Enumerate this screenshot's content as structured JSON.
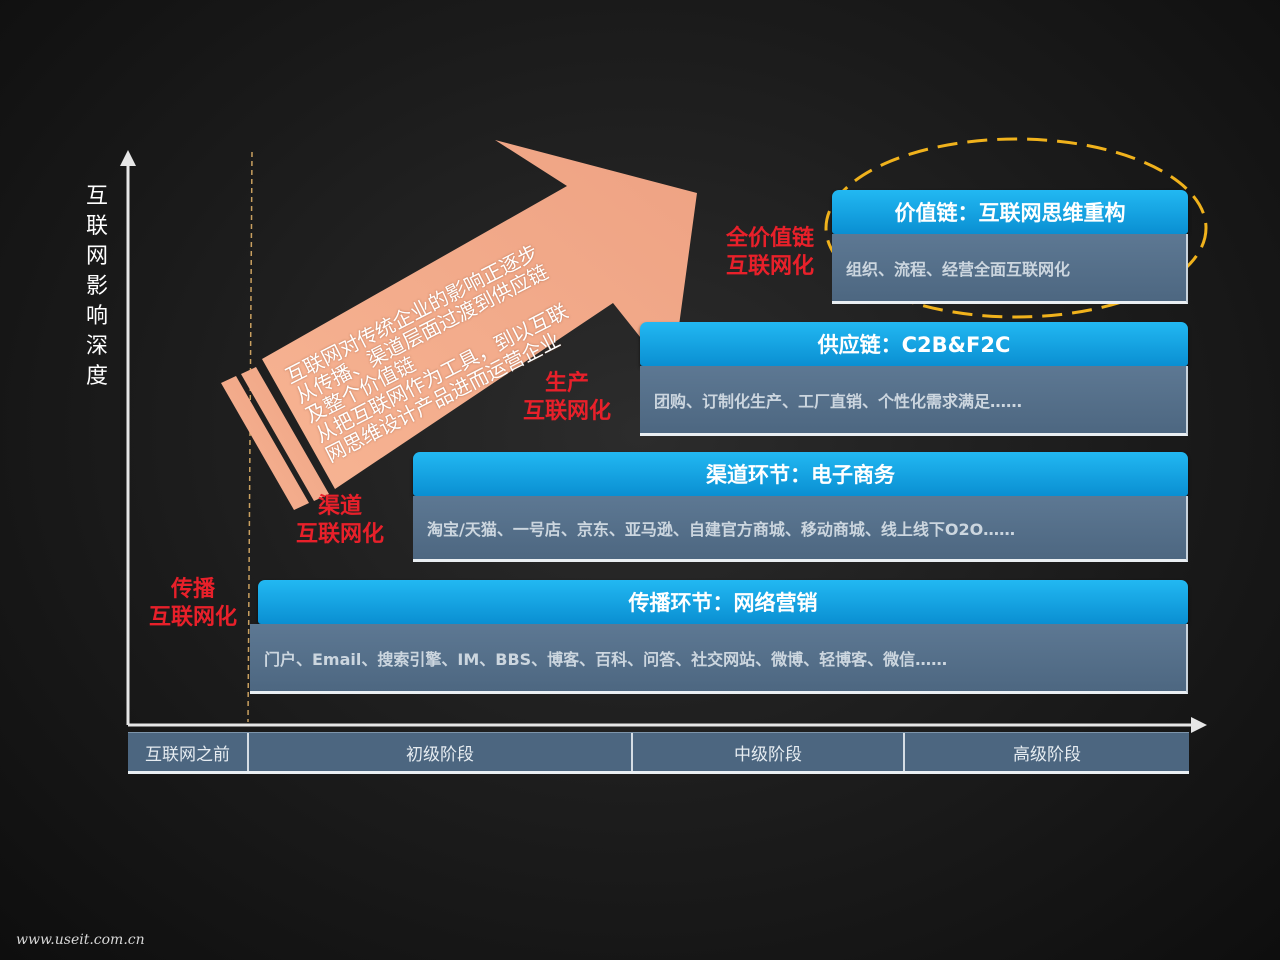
{
  "y_axis": {
    "title": "互联网影响深度"
  },
  "stages": [
    {
      "line1": "传播",
      "line2": "互联网化"
    },
    {
      "line1": "渠道",
      "line2": "互联网化"
    },
    {
      "line1": "生产",
      "line2": "互联网化"
    },
    {
      "line1": "全价值链",
      "line2": "互联网化"
    }
  ],
  "blocks": [
    {
      "header": "传播环节：网络营销",
      "body": "门户、Email、搜索引擎、IM、BBS、博客、百科、问答、社交网站、微博、轻博客、微信……"
    },
    {
      "header": "渠道环节：电子商务",
      "body": "淘宝/天猫、一号店、京东、亚马逊、自建官方商城、移动商城、线上线下O2O……"
    },
    {
      "header": "供应链：C2B&F2C",
      "body": "团购、订制化生产、工厂直销、个性化需求满足……"
    },
    {
      "header": "价值链：互联网思维重构",
      "body": "组织、流程、经营全面互联网化"
    }
  ],
  "arrow": {
    "lines": [
      "互联网对传统企业的影响正逐步",
      "从传播、渠道层面过渡到供应链",
      "及整个价值链",
      "从把互联网作为工具，到以互联",
      "网思维设计产品进而运营企业"
    ]
  },
  "x_axis": {
    "stages": [
      "互联网之前",
      "初级阶段",
      "中级阶段",
      "高级阶段"
    ]
  },
  "footer": "www.useit.com.cn",
  "colors": {
    "accent_blue": "#12a6e8",
    "label_red": "#e8202a",
    "arrow_fill": "#f2a98a",
    "highlight_ellipse": "#f0b21c"
  }
}
